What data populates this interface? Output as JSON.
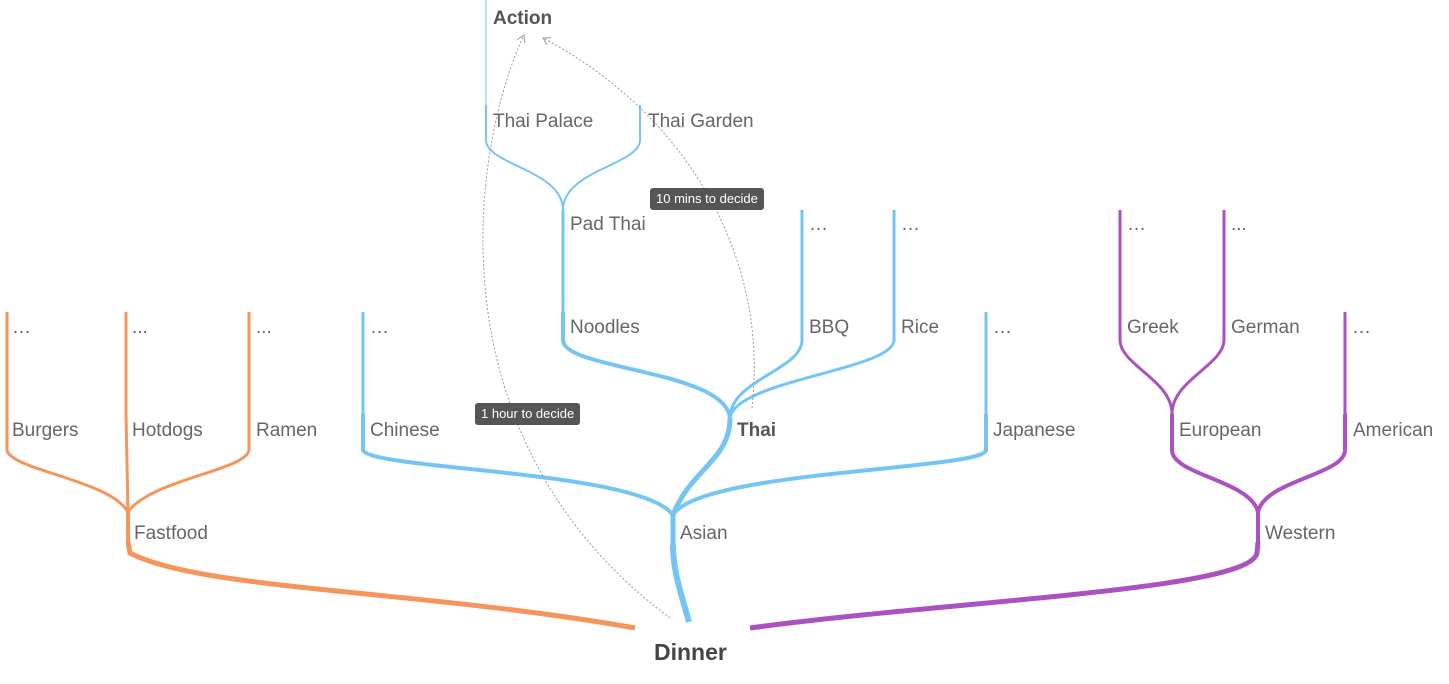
{
  "colors": {
    "fastfood": "#f4955c",
    "asian": "#74c5f3",
    "western": "#aa52bf",
    "annotation": "#999999",
    "text": "#666666",
    "tooltip_bg": "#555555"
  },
  "labels": {
    "action": "Action",
    "thai_palace": "Thai Palace",
    "thai_garden": "Thai Garden",
    "pad_thai": "Pad Thai",
    "noodles": "Noodles",
    "bbq": "BBQ",
    "rice": "Rice",
    "greek": "Greek",
    "german": "German",
    "burgers": "Burgers",
    "hotdogs": "Hotdogs",
    "ramen": "Ramen",
    "chinese": "Chinese",
    "thai": "Thai",
    "japanese": "Japanese",
    "european": "European",
    "american": "American",
    "fastfood": "Fastfood",
    "asian": "Asian",
    "western": "Western",
    "dinner": "Dinner",
    "ellipsis_a": "…",
    "ellipsis_b": "...",
    "ellipsis_c": "..."
  },
  "annotations": {
    "ten_mins": "10 mins to decide",
    "one_hour": "1 hour to decide"
  }
}
